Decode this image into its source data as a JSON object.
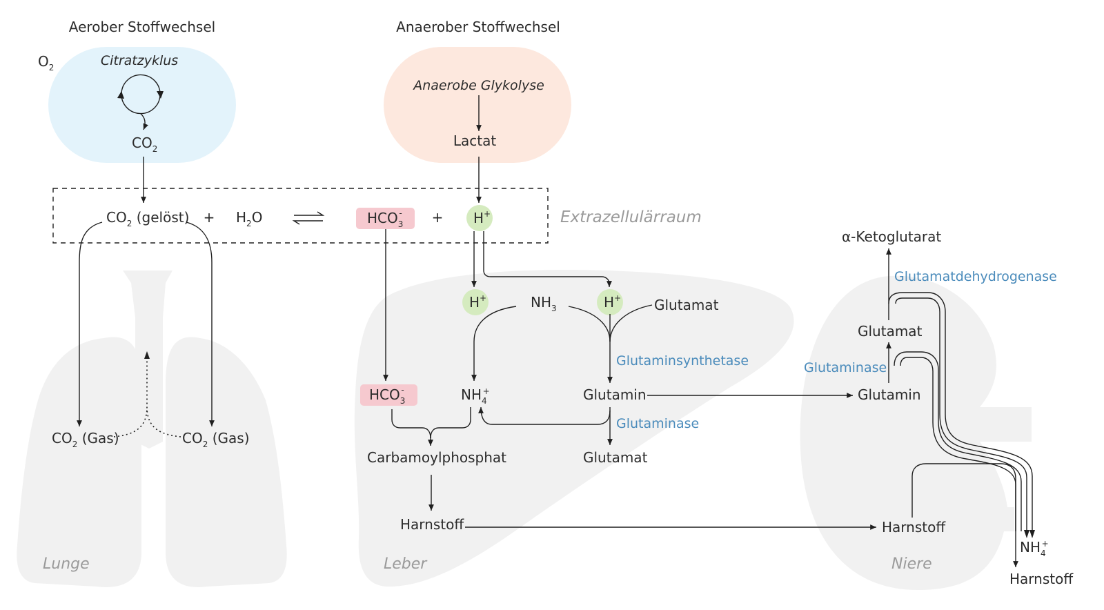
{
  "headers": {
    "aerob": "Aerober Stoffwechsel",
    "anaerob": "Anaerober Stoffwechsel"
  },
  "aerob": {
    "o2": "O",
    "o2_sub": "2",
    "citrat": "Citratzyklus",
    "co2": "CO",
    "co2_sub": "2"
  },
  "anaerob": {
    "glykolyse": "Anaerobe Glykolyse",
    "lactat": "Lactat"
  },
  "extrazellulaer": {
    "label": "Extrazellulärraum",
    "co2": "CO",
    "co2_sub": "2",
    "co2_suffix": " (gelöst)",
    "plus1": "+",
    "h2o_h": "H",
    "h2o_sub": "2",
    "h2o_o": "O",
    "hco3": "HCO",
    "hco3_sub": "3",
    "hco3_sup": "-",
    "plus2": "+",
    "h": "H",
    "h_sup": "+"
  },
  "lunge": {
    "label": "Lunge",
    "co2_left": "CO",
    "co2_left_sub": "2",
    "co2_left_suffix": " (Gas)",
    "co2_right": "CO",
    "co2_right_sub": "2",
    "co2_right_suffix": " (Gas)"
  },
  "leber": {
    "label": "Leber",
    "h_left": "H",
    "h_left_sup": "+",
    "nh3": "NH",
    "nh3_sub": "3",
    "h_right": "H",
    "h_right_sup": "+",
    "glutamat_in": "Glutamat",
    "glutaminsynthetase": "Glutaminsynthetase",
    "hco3": "HCO",
    "hco3_sub": "3",
    "hco3_sup": "-",
    "nh4": "NH",
    "nh4_sub": "4",
    "nh4_sup": "+",
    "glutamin": "Glutamin",
    "glutaminase": "Glutaminase",
    "carbamoyl": "Carbamoylphosphat",
    "glutamat_out": "Glutamat",
    "harnstoff": "Harnstoff"
  },
  "niere": {
    "label": "Niere",
    "ketoglutarat": "α-Ketoglutarat",
    "gdh": "Glutamatdehydrogenase",
    "glutamat": "Glutamat",
    "glutaminase": "Glutaminase",
    "glutamin": "Glutamin",
    "harnstoff_in": "Harnstoff",
    "nh4": "NH",
    "nh4_sub": "4",
    "nh4_sup": "+",
    "harnstoff_out": "Harnstoff"
  },
  "colors": {
    "aerob_bg": "#e3f3fb",
    "anaerob_bg": "#fde8de",
    "organ_bg": "#f0f0f0",
    "hco3_bg": "#f6c9cf",
    "h_bg": "#d5ebbf",
    "enzyme": "#4a8bbb"
  }
}
